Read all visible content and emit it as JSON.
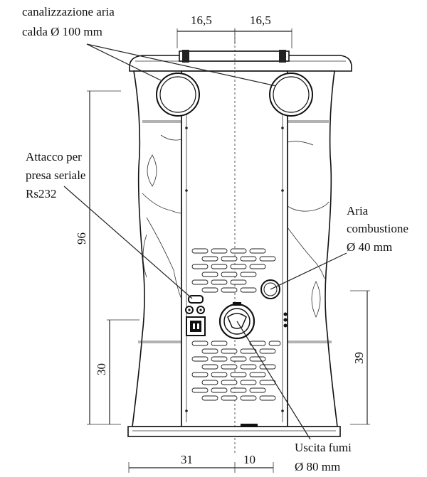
{
  "labels": {
    "hot_air_line1": "canalizzazione aria",
    "hot_air_line2": "calda Ø 100 mm",
    "serial_line1": "Attacco per",
    "serial_line2": "presa seriale",
    "serial_line3": "Rs232",
    "combustion_line1": "Aria",
    "combustion_line2": "combustione",
    "combustion_line3": "Ø 40 mm",
    "smoke_line1": "Uscita fumi",
    "smoke_line2": "Ø 80 mm"
  },
  "dimensions": {
    "top_left": "16,5",
    "top_right": "16,5",
    "height_total": "96",
    "height_low_left": "30",
    "height_right": "39",
    "bottom_left": "31",
    "bottom_right": "10"
  }
}
